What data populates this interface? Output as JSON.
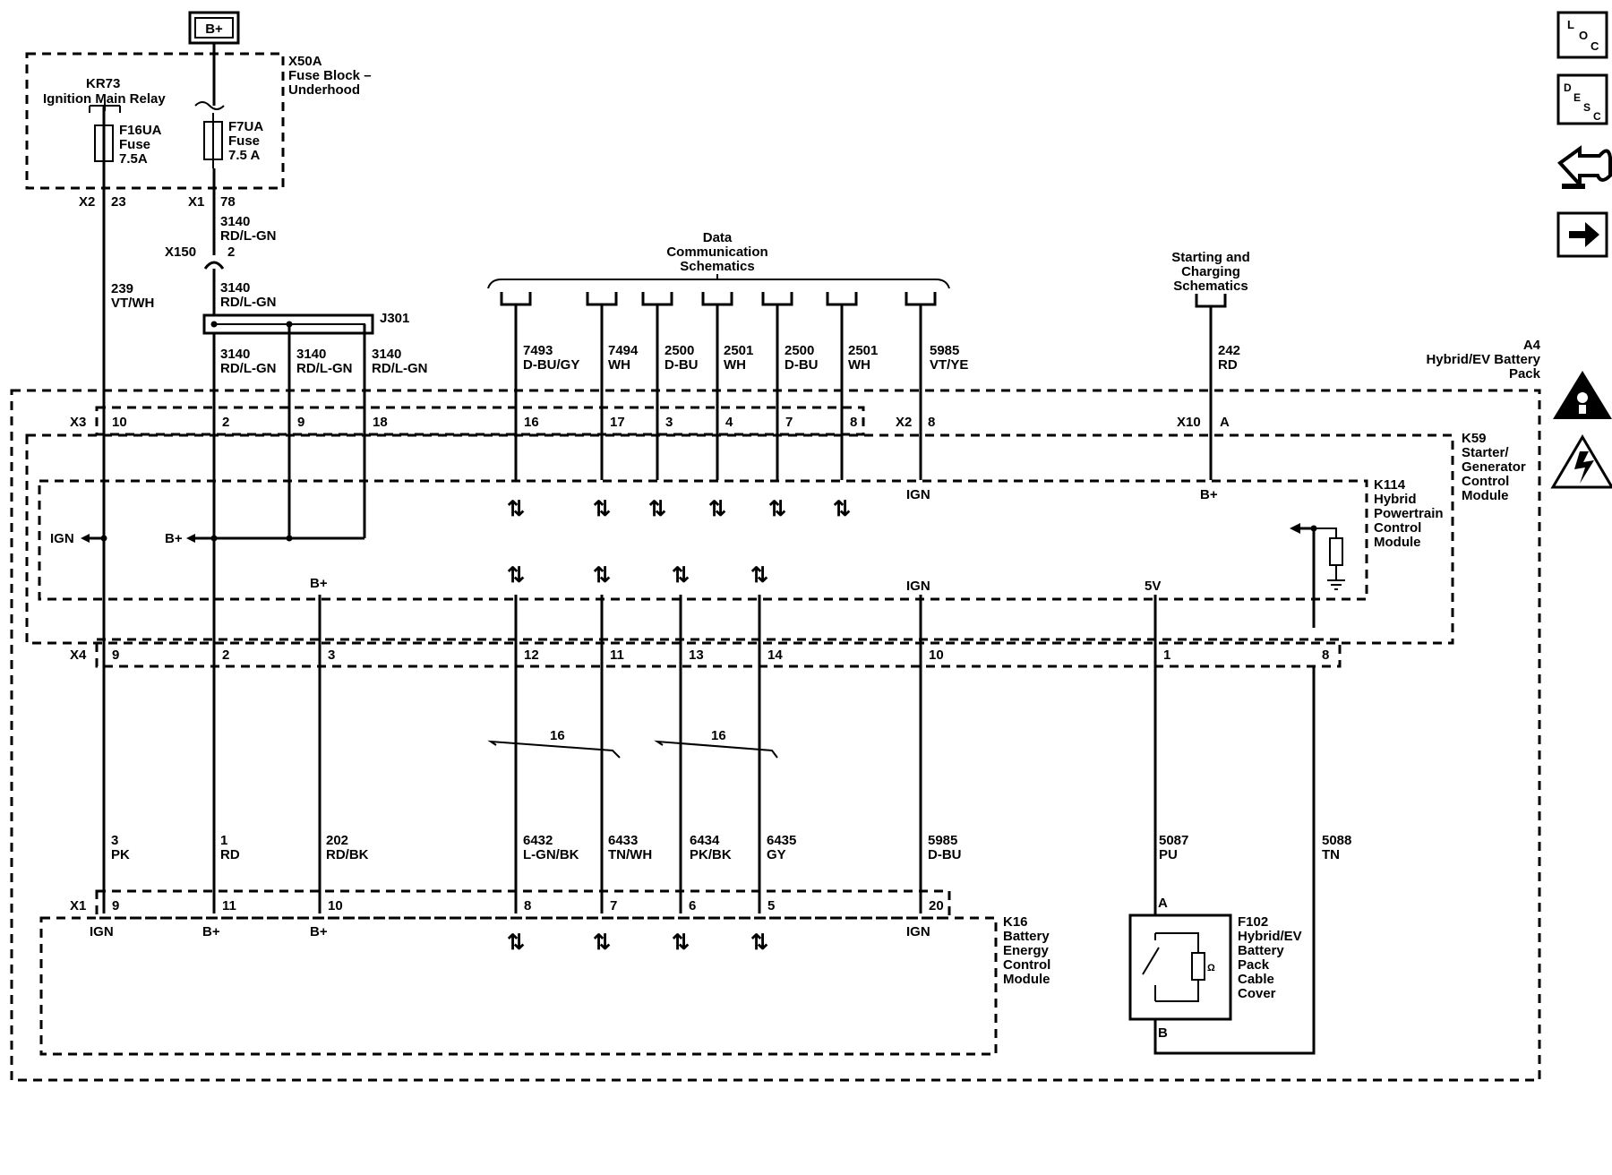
{
  "supply": {
    "label": "B+"
  },
  "fuse_block": {
    "id": "X50A",
    "name_line1": "Fuse Block –",
    "name_line2": "Underhood"
  },
  "relay": {
    "id": "KR73",
    "name": "Ignition Main Relay"
  },
  "fuse_a": {
    "id": "F16UA",
    "type": "Fuse",
    "rating": "7.5A"
  },
  "fuse_b": {
    "id": "F7UA",
    "type": "Fuse",
    "rating": "7.5 A"
  },
  "fuse_block_pins": {
    "x2": "X2",
    "x2_pin": "23",
    "x1": "X1",
    "x1_pin": "78"
  },
  "inline": {
    "x150": "X150",
    "x150_pin": "2",
    "j301": "J301"
  },
  "wires_top": {
    "w239": {
      "circuit": "239",
      "color": "VT/WH"
    },
    "w3140a": {
      "circuit": "3140",
      "color": "RD/L-GN"
    },
    "w3140b": {
      "circuit": "3140",
      "color": "RD/L-GN"
    },
    "w3140c": {
      "circuit": "3140",
      "color": "RD/L-GN"
    },
    "w3140d": {
      "circuit": "3140",
      "color": "RD/L-GN"
    },
    "w3140e": {
      "circuit": "3140",
      "color": "RD/L-GN"
    },
    "w7493": {
      "circuit": "7493",
      "color": "D-BU/GY"
    },
    "w7494": {
      "circuit": "7494",
      "color": "WH"
    },
    "w2500a": {
      "circuit": "2500",
      "color": "D-BU"
    },
    "w2501a": {
      "circuit": "2501",
      "color": "WH"
    },
    "w2500b": {
      "circuit": "2500",
      "color": "D-BU"
    },
    "w2501b": {
      "circuit": "2501",
      "color": "WH"
    },
    "w5985a": {
      "circuit": "5985",
      "color": "VT/YE"
    },
    "w242": {
      "circuit": "242",
      "color": "RD"
    }
  },
  "refs": {
    "data_comm": [
      "Data",
      "Communication",
      "Schematics"
    ],
    "starting": [
      "Starting and",
      "Charging",
      "Schematics"
    ]
  },
  "a4": {
    "id": "A4",
    "line1": "Hybrid/EV Battery",
    "line2": "Pack"
  },
  "k59": {
    "id": "K59",
    "lines": [
      "Starter/",
      "Generator",
      "Control",
      "Module"
    ]
  },
  "k114": {
    "id": "K114",
    "lines": [
      "Hybrid",
      "Powertrain",
      "Control",
      "Module"
    ]
  },
  "x3": {
    "name": "X3",
    "pins": [
      "10",
      "2",
      "9",
      "18",
      "16",
      "17",
      "3",
      "4",
      "7",
      "8"
    ]
  },
  "x2": {
    "name": "X2",
    "pin": "8"
  },
  "x10": {
    "name": "X10",
    "pin": "A"
  },
  "x4": {
    "name": "X4",
    "pins": [
      "9",
      "2",
      "3",
      "12",
      "11",
      "13",
      "14",
      "10",
      "1",
      "8"
    ]
  },
  "internal": {
    "ign": "IGN",
    "bplus": "B+",
    "fivev": "5V"
  },
  "twist": {
    "label_a": "16",
    "label_b": "16"
  },
  "wires_bottom": {
    "w3": {
      "circuit": "3",
      "color": "PK"
    },
    "w1": {
      "circuit": "1",
      "color": "RD"
    },
    "w202": {
      "circuit": "202",
      "color": "RD/BK"
    },
    "w6432": {
      "circuit": "6432",
      "color": "L-GN/BK"
    },
    "w6433": {
      "circuit": "6433",
      "color": "TN/WH"
    },
    "w6434": {
      "circuit": "6434",
      "color": "PK/BK"
    },
    "w6435": {
      "circuit": "6435",
      "color": "GY"
    },
    "w5985b": {
      "circuit": "5985",
      "color": "D-BU"
    },
    "w5087": {
      "circuit": "5087",
      "color": "PU"
    },
    "w5088": {
      "circuit": "5088",
      "color": "TN"
    }
  },
  "x1": {
    "name": "X1",
    "pins": [
      "9",
      "11",
      "10",
      "8",
      "7",
      "6",
      "5",
      "20"
    ]
  },
  "k16": {
    "id": "K16",
    "lines": [
      "Battery",
      "Energy",
      "Control",
      "Module"
    ],
    "pin_ign": "IGN",
    "pin_bplus_a": "B+",
    "pin_bplus_b": "B+",
    "pin_ign_b": "IGN"
  },
  "f102": {
    "id": "F102",
    "lines": [
      "Hybrid/EV",
      "Battery",
      "Pack",
      "Cable",
      "Cover"
    ],
    "pin_a": "A",
    "pin_b": "B"
  },
  "side_icons": {
    "loc": [
      "L",
      "O",
      "C"
    ],
    "desc": [
      "D",
      "E",
      "S",
      "C"
    ],
    "names": [
      "loc-icon",
      "desc-icon",
      "connector-icon",
      "next-arrow-icon",
      "warning-icon",
      "high-voltage-icon"
    ]
  }
}
